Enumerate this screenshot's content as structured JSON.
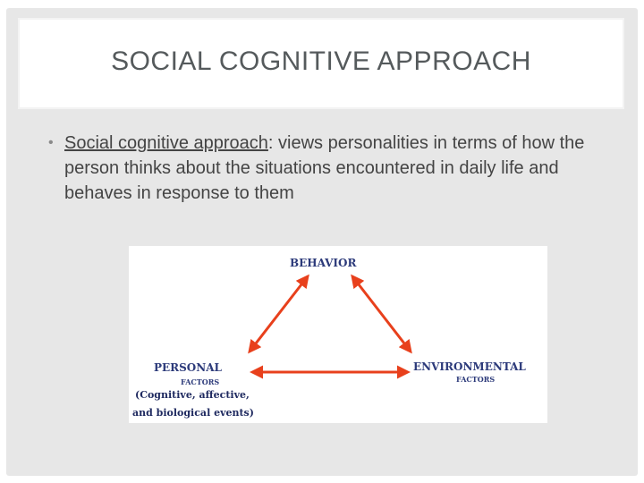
{
  "slide": {
    "title": "SOCIAL COGNITIVE APPROACH",
    "bullet": {
      "term": "Social cognitive approach",
      "text": ": views personalities in terms of how the person thinks about the situations encountered in daily life and behaves in response to them"
    }
  },
  "diagram": {
    "behavior": "BEHAVIOR",
    "personal": "PERSONAL",
    "personal_factors": "FACTORS",
    "personal_note_line1": "(Cognitive, affective,",
    "personal_note_line2": "and biological events)",
    "environmental": "ENVIRONMENTAL",
    "environmental_factors": "FACTORS",
    "arrow_color": "#e8401c",
    "label_color": "#2c3a7a"
  }
}
